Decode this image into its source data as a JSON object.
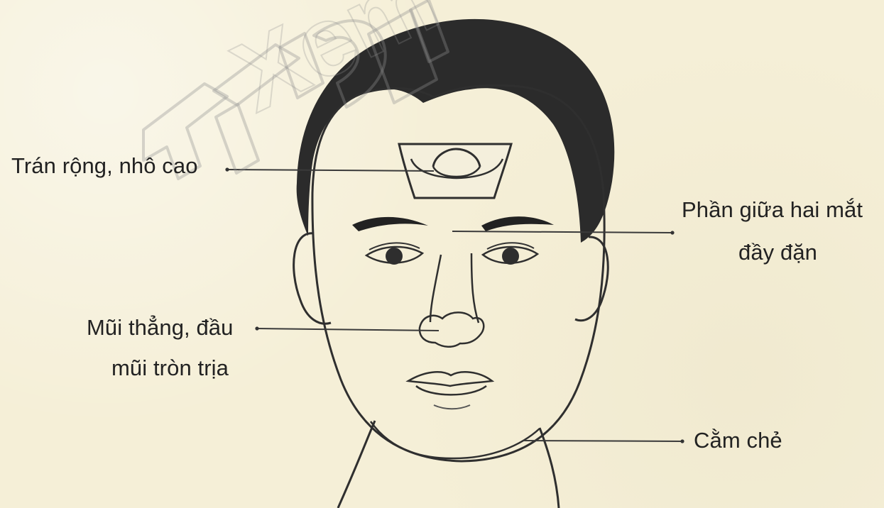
{
  "annotations": {
    "forehead": "Trán rộng, nhô cao",
    "between_eyes_line1": "Phần giữa hai mắt",
    "between_eyes_line2": "đầy đặn",
    "nose_line1": "Mũi thẳng, đầu",
    "nose_line2": "mũi tròn trịa",
    "chin": "Cằm chẻ"
  },
  "watermark_text": "Xem",
  "colors": {
    "paper": "#f5efd7",
    "ink": "#222222",
    "hair": "#2a2a2a"
  }
}
